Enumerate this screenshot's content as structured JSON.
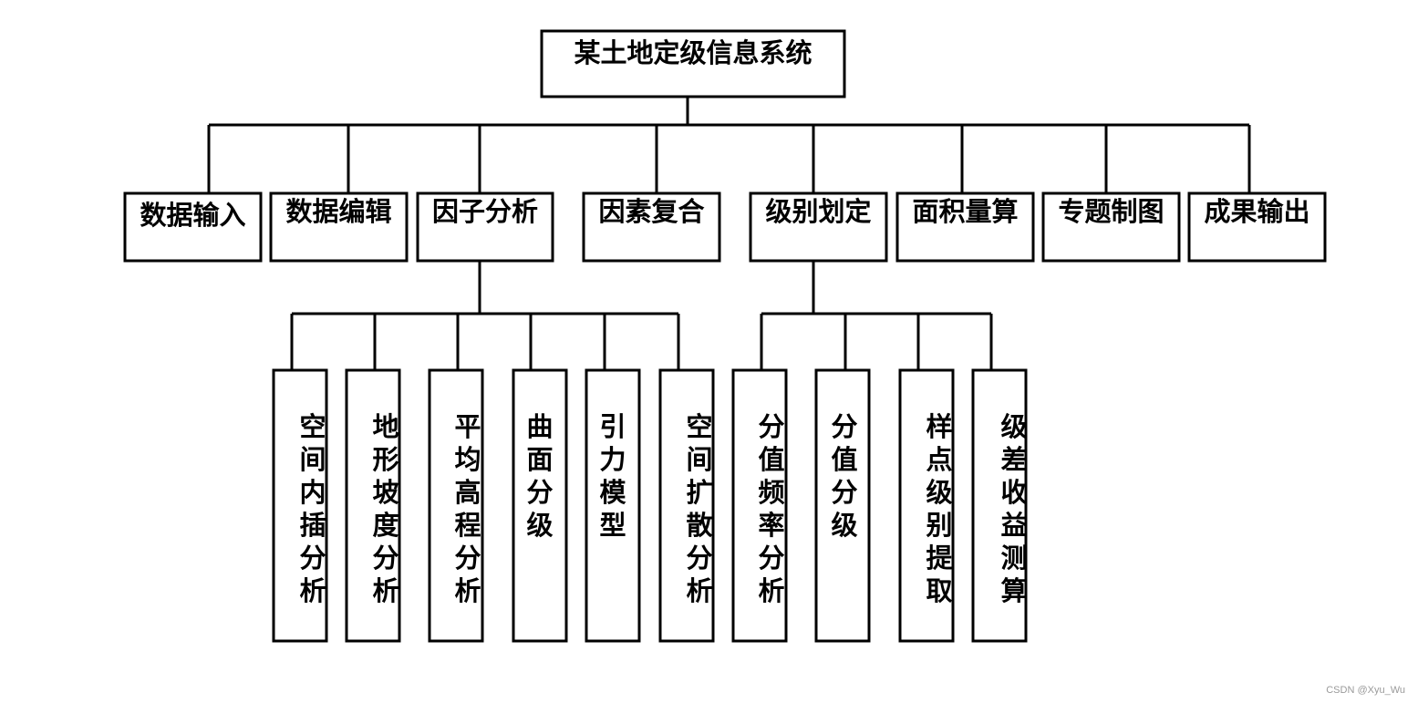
{
  "diagram": {
    "root": {
      "id": "root",
      "label": "某土地定级信息系统"
    },
    "children": [
      {
        "id": "data-input",
        "label": "数据输入",
        "children": []
      },
      {
        "id": "data-edit",
        "label": "数据编辑",
        "children": []
      },
      {
        "id": "factor-analysis",
        "label": "因子分析",
        "children": [
          {
            "id": "spatial-interpolation",
            "label": "空间内插分析"
          },
          {
            "id": "terrain-slope",
            "label": "地形坡度分析"
          },
          {
            "id": "avg-elevation",
            "label": "平均高程分析"
          },
          {
            "id": "surface-grading",
            "label": "曲面分级"
          },
          {
            "id": "gravity-model",
            "label": "引力模型"
          },
          {
            "id": "spatial-diffusion",
            "label": "空间扩散分析"
          }
        ]
      },
      {
        "id": "factor-composite",
        "label": "因素复合",
        "children": []
      },
      {
        "id": "level-division",
        "label": "级别划定",
        "children": [
          {
            "id": "score-frequency",
            "label": "分值频率分析"
          },
          {
            "id": "score-grading",
            "label": "分值分级"
          },
          {
            "id": "sample-level-extract",
            "label": "样点级别提取"
          },
          {
            "id": "level-diff-revenue",
            "label": "级差收益测算"
          }
        ]
      },
      {
        "id": "area-measure",
        "label": "面积量算",
        "children": []
      },
      {
        "id": "thematic-mapping",
        "label": "专题制图",
        "children": []
      },
      {
        "id": "result-output",
        "label": "成果输出",
        "children": []
      }
    ]
  },
  "watermark": "CSDN @Xyu_Wu"
}
